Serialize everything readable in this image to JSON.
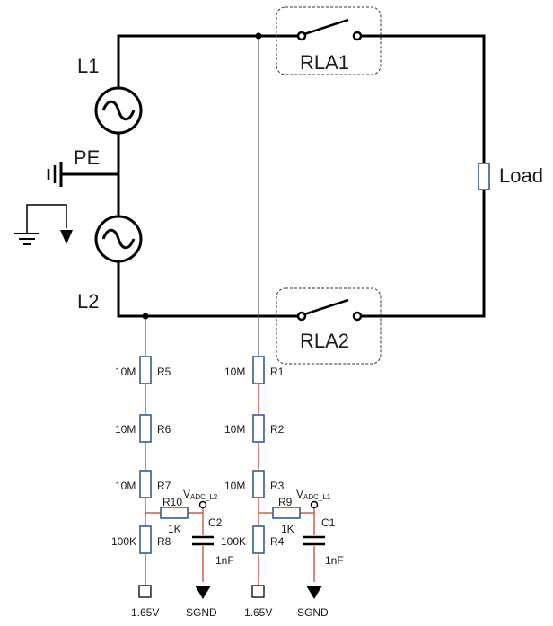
{
  "labels": {
    "l1": "L1",
    "l2": "L2",
    "pe": "PE",
    "load": "Load",
    "rla1": "RLA1",
    "rla2": "RLA2"
  },
  "left_chain": {
    "r5": {
      "value": "10M",
      "name": "R5"
    },
    "r6": {
      "value": "10M",
      "name": "R6"
    },
    "r7": {
      "value": "10M",
      "name": "R7"
    },
    "r8": {
      "value": "100K",
      "name": "R8"
    },
    "r10": {
      "name": "R10",
      "value": "1K"
    },
    "c2": {
      "name": "C2",
      "value": "1nF"
    },
    "vadc": {
      "main": "V",
      "sub": "ADC_L2"
    },
    "ref": "1.65V",
    "gnd": "SGND"
  },
  "right_chain": {
    "r1": {
      "value": "10M",
      "name": "R1"
    },
    "r2": {
      "value": "10M",
      "name": "R2"
    },
    "r3": {
      "value": "10M",
      "name": "R3"
    },
    "r4": {
      "value": "100K",
      "name": "R4"
    },
    "r9": {
      "name": "R9",
      "value": "1K"
    },
    "c1": {
      "name": "C1",
      "value": "1nF"
    },
    "vadc": {
      "main": "V",
      "sub": "ADC_L1"
    },
    "ref": "1.65V",
    "gnd": "SGND"
  }
}
